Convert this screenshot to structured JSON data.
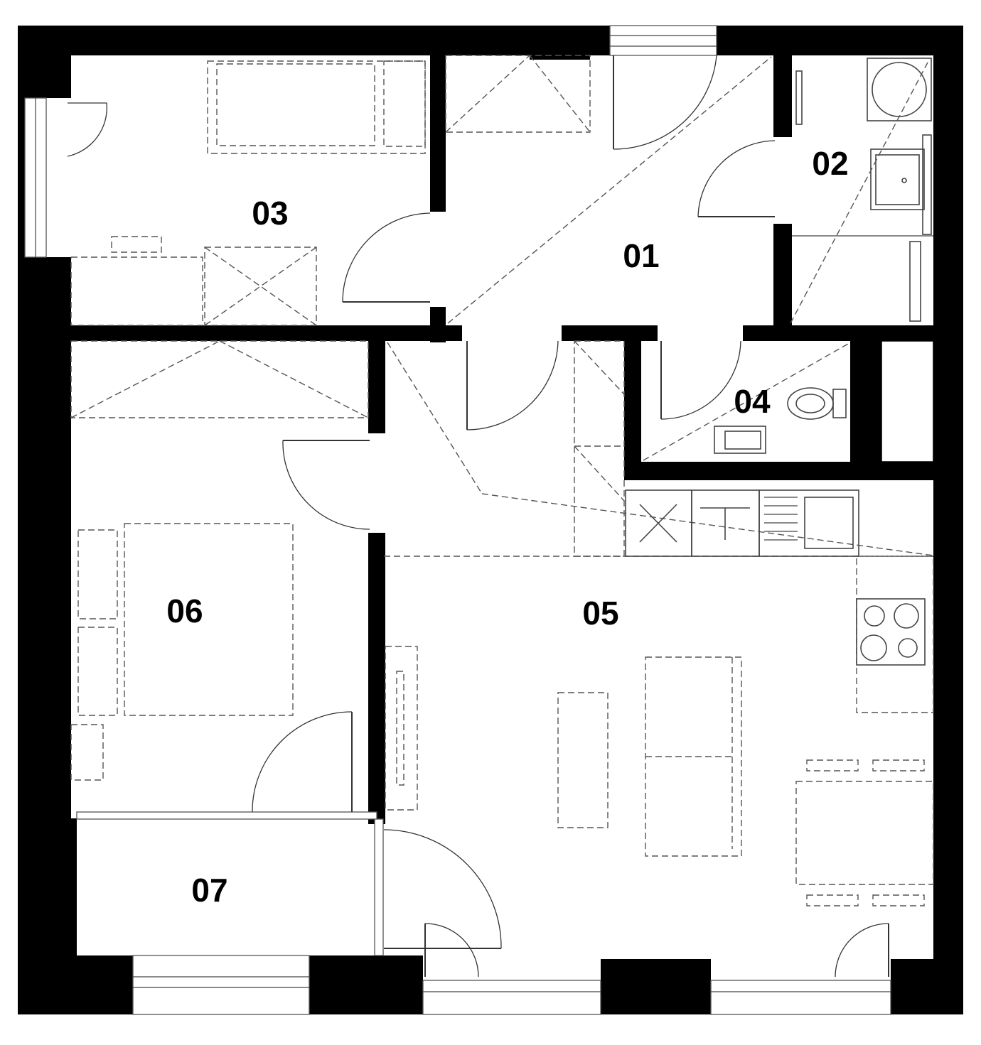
{
  "rooms": [
    {
      "id": "01",
      "label": "01"
    },
    {
      "id": "02",
      "label": "02"
    },
    {
      "id": "03",
      "label": "03"
    },
    {
      "id": "04",
      "label": "04"
    },
    {
      "id": "05",
      "label": "05"
    },
    {
      "id": "06",
      "label": "06"
    },
    {
      "id": "07",
      "label": "07"
    }
  ],
  "colors": {
    "wall": "#000000",
    "background": "#ffffff",
    "furniture": "#555555"
  },
  "fixture_icons": [
    "bed-icon",
    "wardrobe-icon",
    "toilet-icon",
    "sink-icon",
    "washing-machine-icon",
    "cooktop-icon",
    "dining-table-icon",
    "sofa-icon"
  ]
}
